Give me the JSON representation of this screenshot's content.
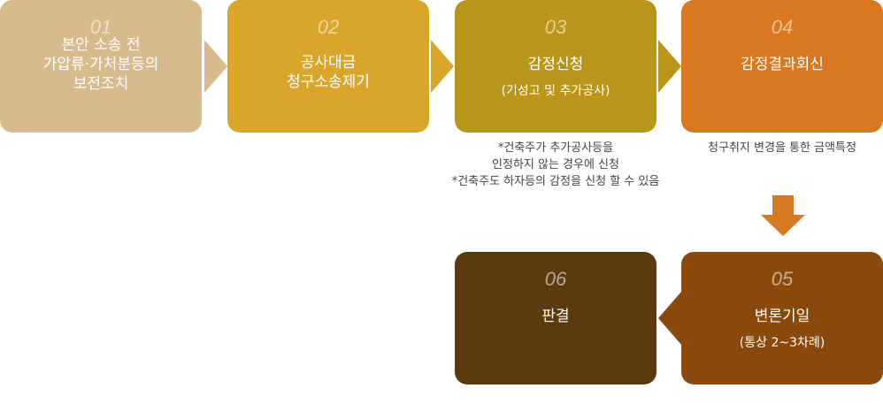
{
  "steps": [
    {
      "num": "01",
      "title": "본안 소송 전\n가압류·가처분등의\n보전조치",
      "color": "#D8BB8C"
    },
    {
      "num": "02",
      "title": "공사대금\n청구소송제기",
      "color": "#D9A52A"
    },
    {
      "num": "03",
      "title": "감정신청",
      "sub": "(기성고 및 추가공사)",
      "color": "#B9951A"
    },
    {
      "num": "04",
      "title": "감정결과회신",
      "color": "#D9781E"
    },
    {
      "num": "05",
      "title": "변론기일",
      "sub": "(통상 2~3차례)",
      "color": "#8B4A0B"
    },
    {
      "num": "06",
      "title": "판결",
      "color": "#5A3A0E"
    }
  ],
  "notes": {
    "step03": "*건축주가 추가공사등을\n인정하지 않는 경우에 신청\n*건축주도 하자등의 감정을 신청 할 수 있음",
    "step04": "청구취지 변경을 통한 금액특정"
  },
  "arrow_colors": {
    "a1": "#D8BB8C",
    "a2": "#D9A52A",
    "a3": "#B9951A",
    "down": "#D9781E",
    "a5": "#8B4A0B"
  }
}
